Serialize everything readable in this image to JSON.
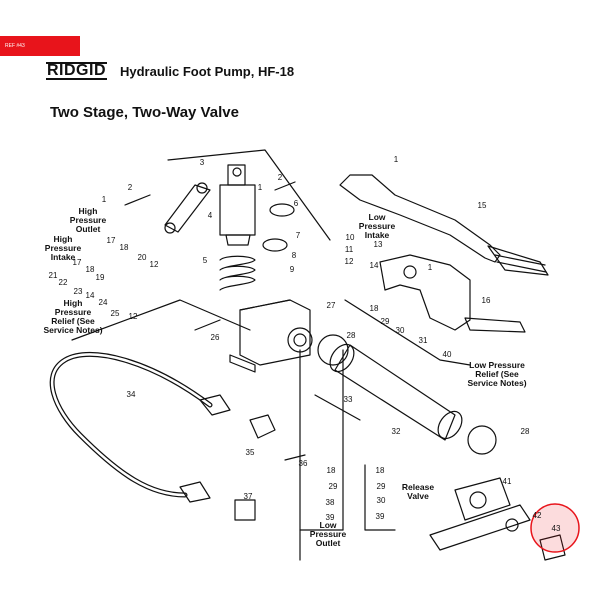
{
  "ref_tag": "REF #43",
  "brand": "RIDGID",
  "title": "Hydraulic Foot Pump, HF-18",
  "section_title": "Two Stage, Two-Way Valve",
  "colors": {
    "ref_tag": "#e8141b",
    "highlight": "#e8141b",
    "ink": "#111111"
  },
  "labels": {
    "high_pressure_outlet": [
      "High",
      "Pressure",
      "Outlet"
    ],
    "high_pressure_intake": [
      "High",
      "Pressure",
      "Intake"
    ],
    "high_pressure_relief": [
      "High",
      "Pressure",
      "Relief (See",
      "Service Notes)"
    ],
    "low_pressure_intake": [
      "Low",
      "Pressure",
      "Intake"
    ],
    "low_pressure_relief": [
      "Low Pressure",
      "Relief (See",
      "Service Notes)"
    ],
    "low_pressure_outlet": [
      "Low",
      "Pressure",
      "Outlet"
    ],
    "release_valve": [
      "Release",
      "Valve"
    ]
  },
  "callouts": {
    "c1a": "1",
    "c1b": "1",
    "c1c": "1",
    "c1d": "1",
    "c2a": "2",
    "c2b": "2",
    "c3": "3",
    "c4": "4",
    "c5": "5",
    "c6": "6",
    "c7": "7",
    "c8": "8",
    "c9": "9",
    "c10": "10",
    "c11": "11",
    "c12a": "12",
    "c12b": "12",
    "c12c": "12",
    "c13": "13",
    "c14a": "14",
    "c14b": "14",
    "c15": "15",
    "c16": "16",
    "c17a": "17",
    "c17b": "17",
    "c18a": "18",
    "c18b": "18",
    "c18c": "18",
    "c18d": "18",
    "c18e": "18",
    "c19": "19",
    "c20": "20",
    "c21": "21",
    "c22": "22",
    "c23": "23",
    "c24": "24",
    "c25": "25",
    "c26": "26",
    "c27": "27",
    "c28a": "28",
    "c28b": "28",
    "c29a": "29",
    "c29b": "29",
    "c29c": "29",
    "c30a": "30",
    "c30b": "30",
    "c31": "31",
    "c32": "32",
    "c33": "33",
    "c34": "34",
    "c35": "35",
    "c36": "36",
    "c37": "37",
    "c38": "38",
    "c39a": "39",
    "c39b": "39",
    "c40": "40",
    "c41": "41",
    "c42": "42",
    "c43": "43"
  }
}
